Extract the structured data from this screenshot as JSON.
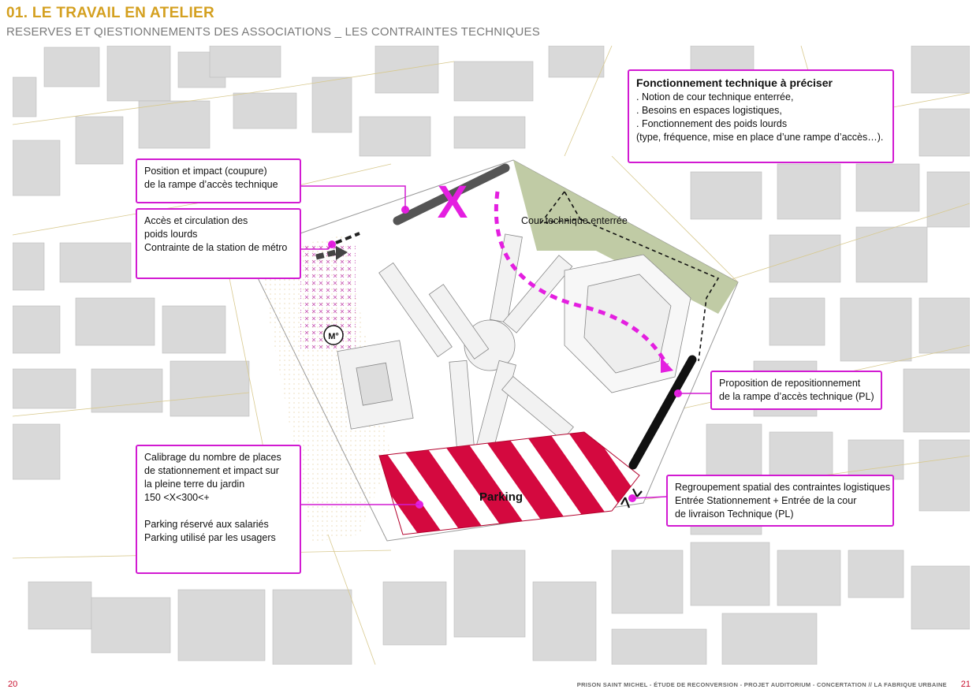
{
  "header": {
    "title": "01.  LE TRAVAIL EN ATELIER",
    "subtitle": "RESERVES ET QIESTIONNEMENTS DES ASSOCIATIONS _ LES CONTRAINTES TECHNIQUES"
  },
  "colors": {
    "accent_title": "#d4a020",
    "callout_border": "#d21ad2",
    "parking": "#d4093f",
    "green_zone": "#b9c59b",
    "buildings": "#d9d9d9",
    "footer_red": "#c8102e"
  },
  "map": {
    "labels": {
      "cour": "Cour technique enterrée",
      "parking": "Parking",
      "metro": "M°",
      "x_mark": "X"
    }
  },
  "callouts": {
    "fonctionnement": {
      "title": "Fonctionnement technique à préciser",
      "lines": [
        ". Notion de cour technique enterrée,",
        ". Besoins en espaces logistiques,",
        ". Fonctionnement des poids lourds",
        "(type, fréquence, mise en place d’une rampe d’accès…)."
      ]
    },
    "position_rampe": {
      "lines": [
        "Position et impact (coupure)",
        "de la rampe d’accès technique"
      ]
    },
    "acces": {
      "lines": [
        "Accès et circulation des",
        "poids lourds",
        "Contrainte de la station de métro"
      ]
    },
    "calibrage": {
      "lines": [
        "Calibrage du nombre de places",
        "de stationnement et impact sur",
        "la pleine terre du jardin",
        "150 <X<300<+",
        "",
        "Parking réservé aux salariés",
        "Parking utilisé par les usagers"
      ]
    },
    "proposition": {
      "lines": [
        "Proposition de repositionnement",
        "de la rampe d’accès technique (PL)"
      ]
    },
    "regroupement": {
      "lines": [
        "Regroupement spatial des contraintes logistiques",
        "Entrée Stationnement + Entrée de la cour",
        "de livraison Technique (PL)"
      ]
    }
  },
  "footer": {
    "page_left": "20",
    "page_right": "21",
    "text": "PRISON SAINT MICHEL - ÉTUDE DE RECONVERSION - PROJET AUDITORIUM - CONCERTATION  //  LA FABRIQUE URBAINE"
  }
}
